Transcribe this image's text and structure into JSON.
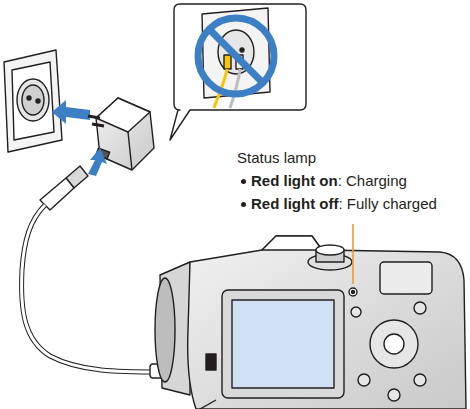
{
  "diagram": {
    "labels": [
      "Status lamp",
      "Red light on",
      ": Charging",
      "Red light off",
      ": Fully charged"
    ]
  }
}
